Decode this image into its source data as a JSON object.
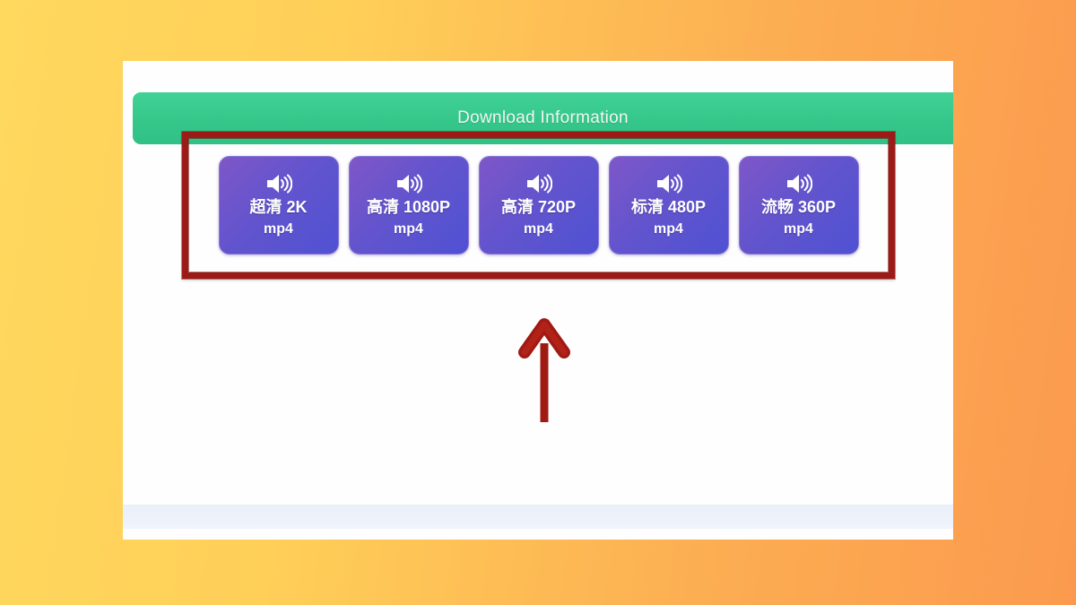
{
  "header": {
    "title": "Download Information"
  },
  "download_options": [
    {
      "icon": "speaker-icon",
      "quality": "超清 2K",
      "format": "mp4"
    },
    {
      "icon": "speaker-icon",
      "quality": "高清 1080P",
      "format": "mp4"
    },
    {
      "icon": "speaker-icon",
      "quality": "高清 720P",
      "format": "mp4"
    },
    {
      "icon": "speaker-icon",
      "quality": "标清 480P",
      "format": "mp4"
    },
    {
      "icon": "speaker-icon",
      "quality": "流畅 360P",
      "format": "mp4"
    }
  ],
  "annotations": {
    "highlight_frame": "red-rectangle-around-download-buttons",
    "pointer": "red-up-arrow"
  },
  "colors": {
    "background_gradient_start": "#ffd85e",
    "background_gradient_end": "#fb9a4e",
    "panel_white": "#fffefe",
    "header_green": "#35c78a",
    "header_text": "#f2f6f1",
    "button_gradient_start": "#7e57c8",
    "button_gradient_end": "#4f52d3",
    "annotation_red": "#9c1b17",
    "footer_bar": "#edf1fa"
  }
}
